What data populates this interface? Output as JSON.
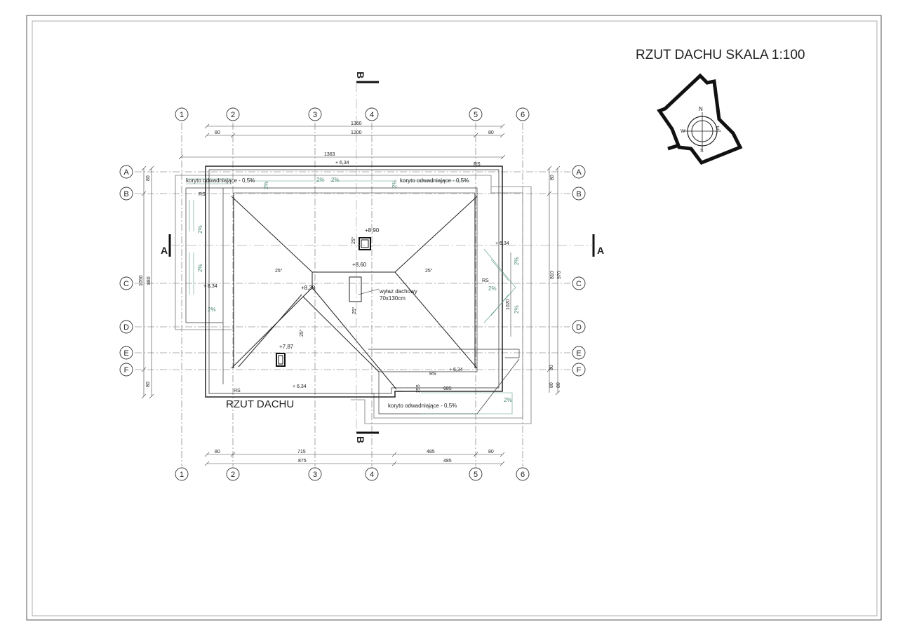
{
  "title": "RZUT DACHU SKALA 1:100",
  "plan_label": "RZUT DACHU",
  "section_a": "A",
  "section_b": "B",
  "compass": {
    "n": "N",
    "e": "E",
    "s": "S",
    "w": "W"
  },
  "grid_columns": [
    "1",
    "2",
    "3",
    "4",
    "5",
    "6"
  ],
  "grid_rows": [
    "A",
    "B",
    "C",
    "D",
    "E",
    "F"
  ],
  "dims_top": {
    "d1360": "1360",
    "d1200": "1200",
    "d80a": "80",
    "d80b": "80",
    "d1363": "1363"
  },
  "dims_bottom": {
    "d80a": "80",
    "d715": "715",
    "d485a": "485",
    "d80b": "80",
    "d875": "875",
    "d485b": "485"
  },
  "dims_left": {
    "d80a": "80",
    "d1050": "1050",
    "d880": "880",
    "d80b": "80"
  },
  "dims_right": {
    "d80a": "80",
    "d810": "810",
    "d970": "970",
    "d1020": "1020",
    "d80b": "80",
    "d80c": "80",
    "d80d": "80"
  },
  "inner_dims": {
    "d685": "685",
    "d255": "255"
  },
  "gutters": {
    "left_top": "koryto odwadniające - 0,5%",
    "right_top": "koryto odwadniające - 0,5%",
    "bottom": "koryto odwadniające - 0,5%"
  },
  "rs": "RS",
  "levels": {
    "ridge_top": "+8,90",
    "ridge_mid": "+8,60",
    "ridge_left": "+8,38",
    "chimney2": "+7,87",
    "eave1": "+ 6,34",
    "eave2": "+ 6,34",
    "eave3": "+ 6,34",
    "eave4": "+ 6,34",
    "eave5": "+ 6,34"
  },
  "slopes": {
    "s25a": "25°",
    "s25b": "25°",
    "s25c": "25°",
    "s25d": "25°",
    "s25e": "25°",
    "p2": "2%"
  },
  "hatch": {
    "label1": "wyłaz dachowy",
    "label2": "70x130cm"
  }
}
